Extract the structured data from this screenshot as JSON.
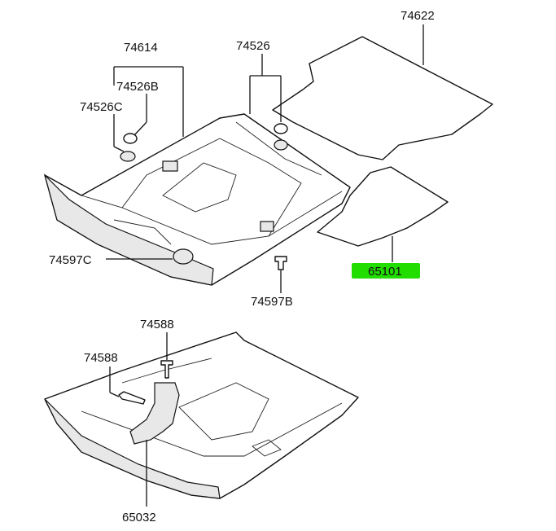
{
  "labels": {
    "floor_mat_rear": "74622",
    "tray_upper": "74614",
    "clip_74526": "74526",
    "clip_74526b": "74526B",
    "clip_74526c": "74526C",
    "clip_74597c": "74597C",
    "clip_74597b": "74597B",
    "mat_front": "65101",
    "screw_right": "74588",
    "screw_left": "74588",
    "bracket": "65032"
  },
  "colors": {
    "highlight": "#22dd00"
  }
}
